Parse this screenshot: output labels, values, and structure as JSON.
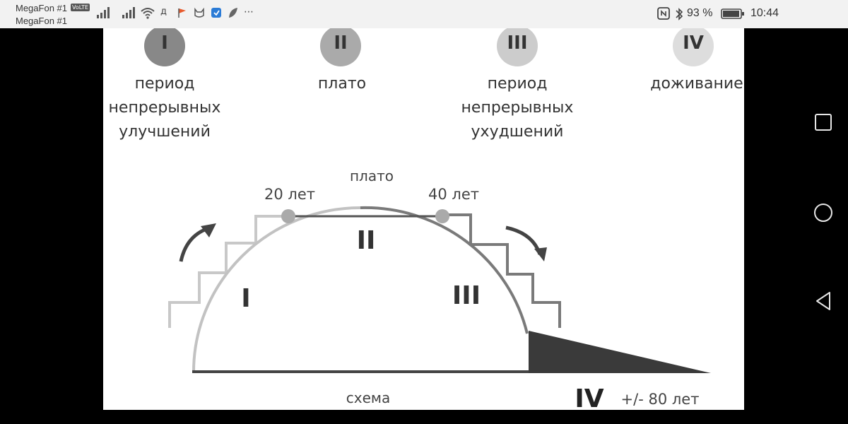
{
  "status_bar": {
    "carrier1": "MegaFon #1",
    "carrier1_badge": "VoLTE",
    "carrier2": "MegaFon #1",
    "battery_percent": "93 %",
    "time": "10:44",
    "icons": [
      "signal-icon",
      "signal-icon",
      "wifi-icon",
      "d-icon",
      "flag-icon",
      "cat-icon",
      "shield-icon",
      "leaf-icon",
      "more-icon",
      "nfc-icon",
      "bluetooth-icon",
      "battery-icon"
    ]
  },
  "phases": [
    {
      "numeral": "I",
      "label": "период\nнепрерывных\nулучшений",
      "color": "#888888"
    },
    {
      "numeral": "II",
      "label": "плато",
      "color": "#aaaaaa"
    },
    {
      "numeral": "III",
      "label": "период\nнепрерывных\nухудшений",
      "color": "#cccccc"
    },
    {
      "numeral": "IV",
      "label": "доживание",
      "color": "#dddddd"
    }
  ],
  "diagram": {
    "plateau_label": "плато",
    "age_start": "20 лет",
    "age_end": "40 лет",
    "zone_I": "I",
    "zone_II": "II",
    "zone_III": "III",
    "zone_IV": "IV",
    "lifespan": "+/- 80 лет",
    "caption": "схема"
  },
  "nav": [
    "recents-square-icon",
    "home-circle-icon",
    "back-triangle-icon"
  ]
}
